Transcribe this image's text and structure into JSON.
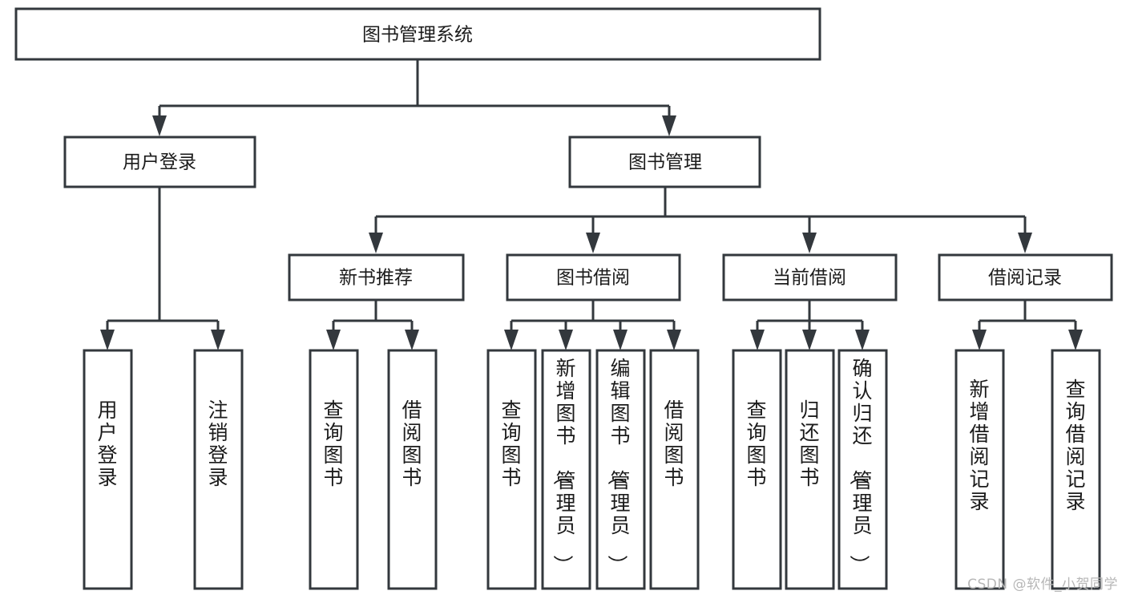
{
  "diagram": {
    "type": "tree-hierarchy-flowchart",
    "title": "图书管理系统",
    "watermark": "CSDN @软件_小贺同学",
    "colors": {
      "stroke": "#33383d",
      "fill": "#ffffff",
      "text": "#1b1b1b",
      "watermark": "#b7b7b7",
      "background": "#ffffff"
    },
    "levels": [
      {
        "level": 0,
        "nodes": [
          {
            "id": "root",
            "label": "图书管理系统",
            "orientation": "horizontal"
          }
        ]
      },
      {
        "level": 1,
        "nodes": [
          {
            "id": "login",
            "label": "用户登录",
            "orientation": "horizontal",
            "parent": "root"
          },
          {
            "id": "bookmgmt",
            "label": "图书管理",
            "orientation": "horizontal",
            "parent": "root"
          }
        ]
      },
      {
        "level": 2,
        "nodes": [
          {
            "id": "newbook",
            "label": "新书推荐",
            "orientation": "horizontal",
            "parent": "bookmgmt"
          },
          {
            "id": "borrow",
            "label": "图书借阅",
            "orientation": "horizontal",
            "parent": "bookmgmt"
          },
          {
            "id": "current",
            "label": "当前借阅",
            "orientation": "horizontal",
            "parent": "bookmgmt"
          },
          {
            "id": "record",
            "label": "借阅记录",
            "orientation": "horizontal",
            "parent": "bookmgmt"
          }
        ]
      },
      {
        "level": 3,
        "nodes": [
          {
            "id": "leaf-1",
            "label": "用户登录",
            "orientation": "vertical",
            "parent": "login"
          },
          {
            "id": "leaf-2",
            "label": "注销登录",
            "orientation": "vertical",
            "parent": "login"
          },
          {
            "id": "leaf-3",
            "label": "查询图书",
            "orientation": "vertical",
            "parent": "newbook"
          },
          {
            "id": "leaf-4",
            "label": "借阅图书",
            "orientation": "vertical",
            "parent": "newbook"
          },
          {
            "id": "leaf-5",
            "label": "查询图书",
            "orientation": "vertical",
            "parent": "borrow"
          },
          {
            "id": "leaf-6",
            "label": "新增图书（管理员）",
            "orientation": "vertical",
            "parent": "borrow"
          },
          {
            "id": "leaf-7",
            "label": "编辑图书（管理员）",
            "orientation": "vertical",
            "parent": "borrow"
          },
          {
            "id": "leaf-8",
            "label": "借阅图书",
            "orientation": "vertical",
            "parent": "borrow"
          },
          {
            "id": "leaf-9",
            "label": "查询图书",
            "orientation": "vertical",
            "parent": "current"
          },
          {
            "id": "leaf-10",
            "label": "归还图书",
            "orientation": "vertical",
            "parent": "current"
          },
          {
            "id": "leaf-11",
            "label": "确认归还（管理员）",
            "orientation": "vertical",
            "parent": "current"
          },
          {
            "id": "leaf-12",
            "label": "新增借阅记录",
            "orientation": "vertical",
            "parent": "record"
          },
          {
            "id": "leaf-13",
            "label": "查询借阅记录",
            "orientation": "vertical",
            "parent": "record"
          }
        ]
      }
    ]
  }
}
